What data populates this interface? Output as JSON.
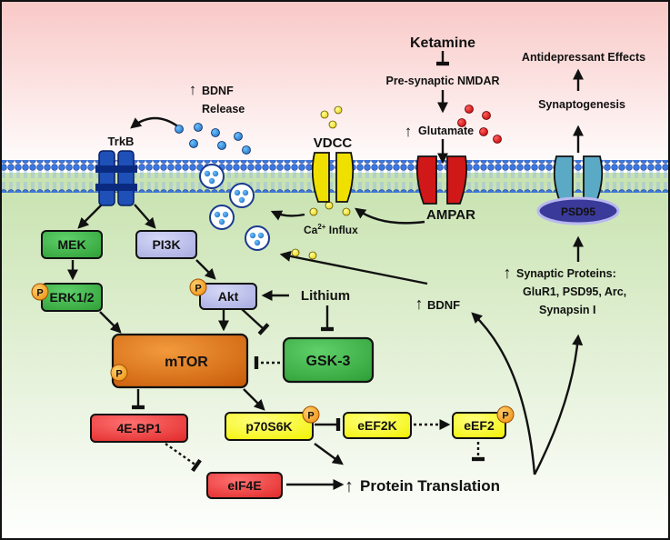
{
  "drug": "Ketamine",
  "receptors": {
    "trkb": "TrkB",
    "vdcc": "VDCC",
    "ampar": "AMPAR",
    "psd95": "PSD95",
    "nmdar": "Pre-synaptic NMDAR"
  },
  "events": {
    "bdnf_release_line1": "BDNF",
    "bdnf_release_line2": "Release",
    "glutamate": "Glutamate",
    "calcium_prefix": "Ca",
    "calcium_superscript": "2+",
    "calcium_suffix": " Influx",
    "antidepressant": "Antidepressant Effects",
    "synaptogenesis": "Synaptogenesis",
    "synaptic_proteins_line1": "Synaptic Proteins:",
    "synaptic_proteins_line2": "GluR1, PSD95, Arc,",
    "synaptic_proteins_line3": "Synapsin I",
    "bdnf": "BDNF",
    "protein_translation": "Protein Translation"
  },
  "nodes": {
    "mek": "MEK",
    "pi3k": "PI3K",
    "erk": "ERK1/2",
    "akt": "Akt",
    "lithium": "Lithium",
    "mtor": "mTOR",
    "gsk3": "GSK-3",
    "fourebp1": "4E-BP1",
    "p70s6k": "p70S6K",
    "eef2k": "eEF2K",
    "eef2": "eEF2",
    "eif4e": "eIF4E"
  },
  "phospho_label": "P",
  "up_arrow": "↑",
  "colors": {
    "ketamine": "#cc0000",
    "vdcc": "#c06000",
    "ampar": "#6a2aa0",
    "lithium": "#5a6a22",
    "green_node": "#2e9e36",
    "lavender_node": "#b2b6e6",
    "mtor": "#d4640a",
    "red_node": "#e83030",
    "yellow_node": "#ffff00",
    "phospho": "#f5a21a",
    "vesicle": "#2e8ed8",
    "glutamate_dot": "#dd1010",
    "calcium_dot": "#f0e020",
    "membrane": "#2a6ad0"
  }
}
